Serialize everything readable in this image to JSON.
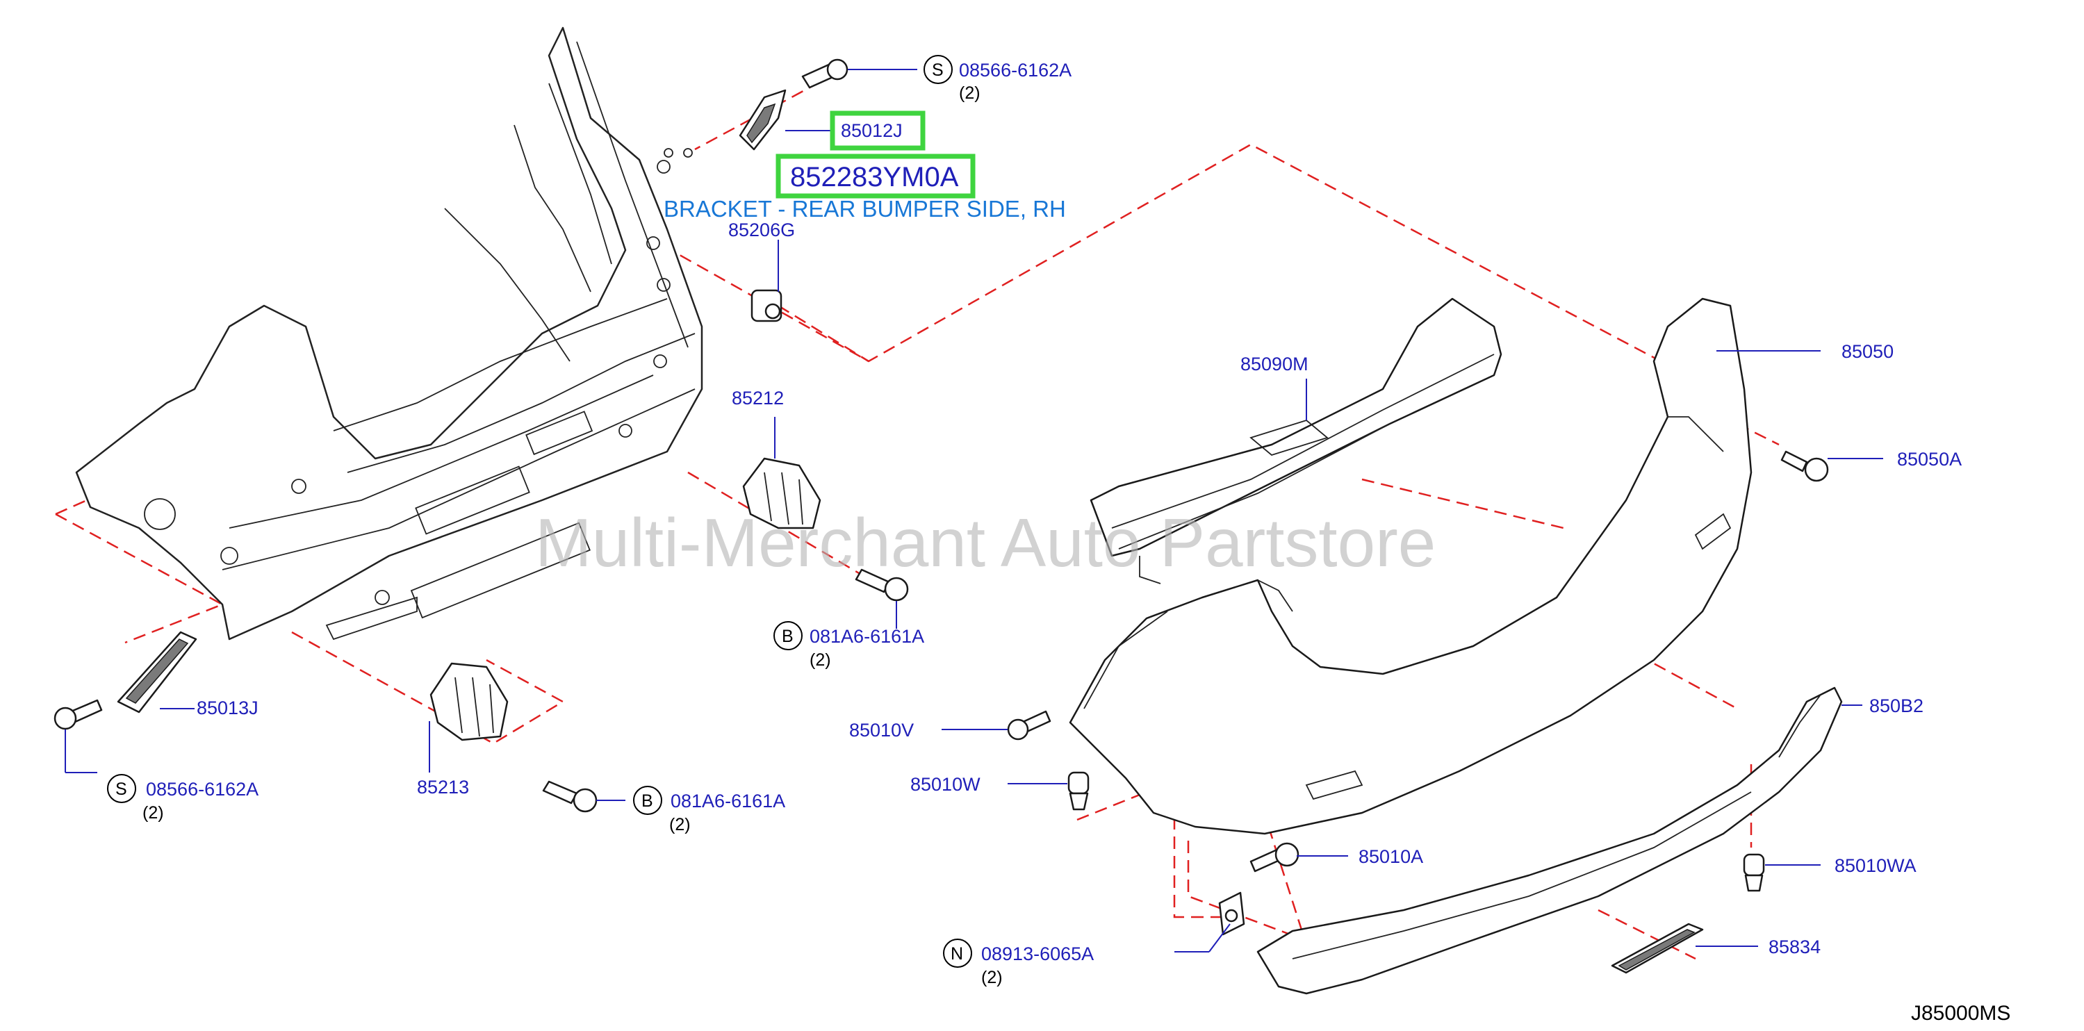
{
  "diagram": {
    "watermark": "Multi-Merchant Auto Partstore",
    "drawing_code": "J85000MS",
    "highlight": {
      "part_number": "852283YM0A",
      "description": "BRACKET - REAR BUMPER SIDE, RH",
      "ref": "85012J"
    },
    "labels": {
      "bolt_s_top": "08566-6162A",
      "bolt_s_top_qty": "(2)",
      "clip_85206g": "85206G",
      "retainer_85212": "85212",
      "bolt_b_mid": "081A6-6161A",
      "bolt_b_mid_qty": "(2)",
      "bracket_85013j": "85013J",
      "bolt_s_left": "08566-6162A",
      "bolt_s_left_qty": "(2)",
      "retainer_85213": "85213",
      "bolt_b_low": "081A6-6161A",
      "bolt_b_low_qty": "(2)",
      "absorber_85090m": "85090M",
      "fascia_85050": "85050",
      "screw_85050a": "85050A",
      "screw_85010v": "85010V",
      "clip_85010w": "85010W",
      "screw_85010a": "85010A",
      "lower_850b2": "850B2",
      "clip_85010wa": "85010WA",
      "nut_n": "08913-6065A",
      "nut_n_qty": "(2)",
      "reflector_85834": "85834"
    },
    "circle_letters": {
      "s": "S",
      "b": "B",
      "n": "N"
    }
  }
}
